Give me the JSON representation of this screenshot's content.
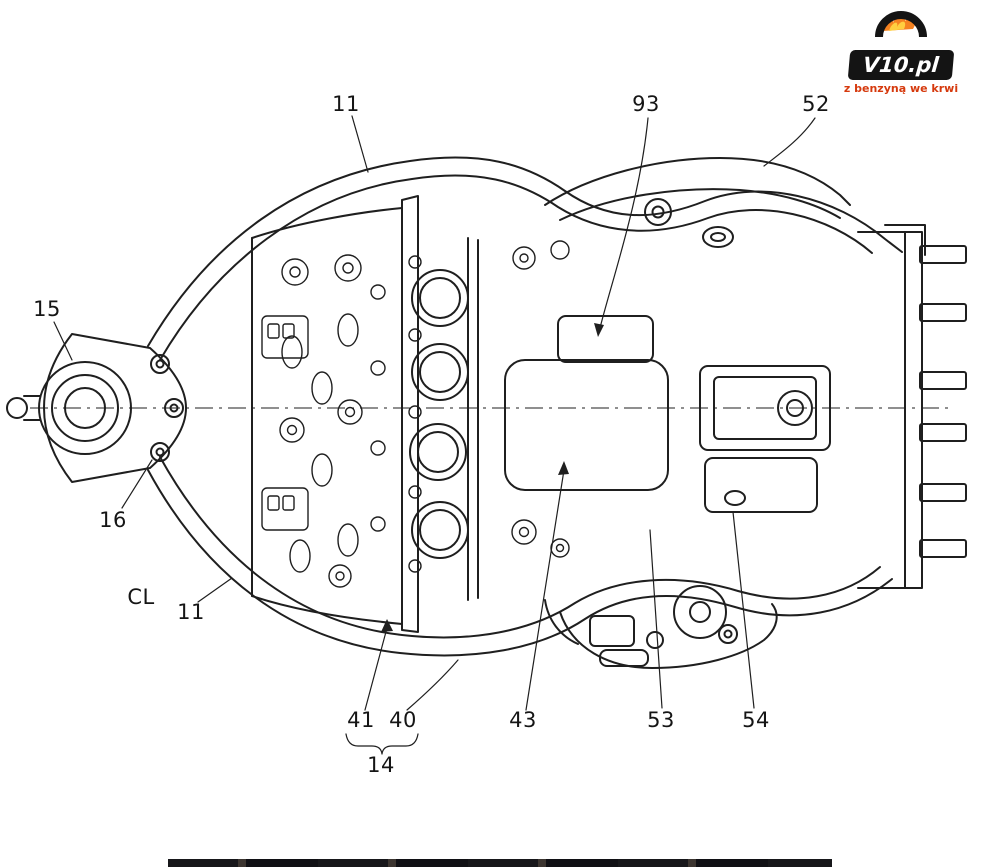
{
  "logo": {
    "wordmark": "V10.pl",
    "tagline": "z benzyną we krwi",
    "colors": {
      "box": "#141414",
      "tagline": "#d63a0e",
      "flame": "#f58220",
      "line": "#1f1f1f"
    }
  },
  "figure": {
    "callouts": [
      {
        "text": "11"
      },
      {
        "text": "93"
      },
      {
        "text": "52"
      },
      {
        "text": "15"
      },
      {
        "text": "16"
      },
      {
        "text": "CL"
      },
      {
        "text": "11"
      },
      {
        "text": "41"
      },
      {
        "text": "40"
      },
      {
        "text": "14"
      },
      {
        "text": "43"
      },
      {
        "text": "53"
      },
      {
        "text": "54"
      }
    ]
  }
}
